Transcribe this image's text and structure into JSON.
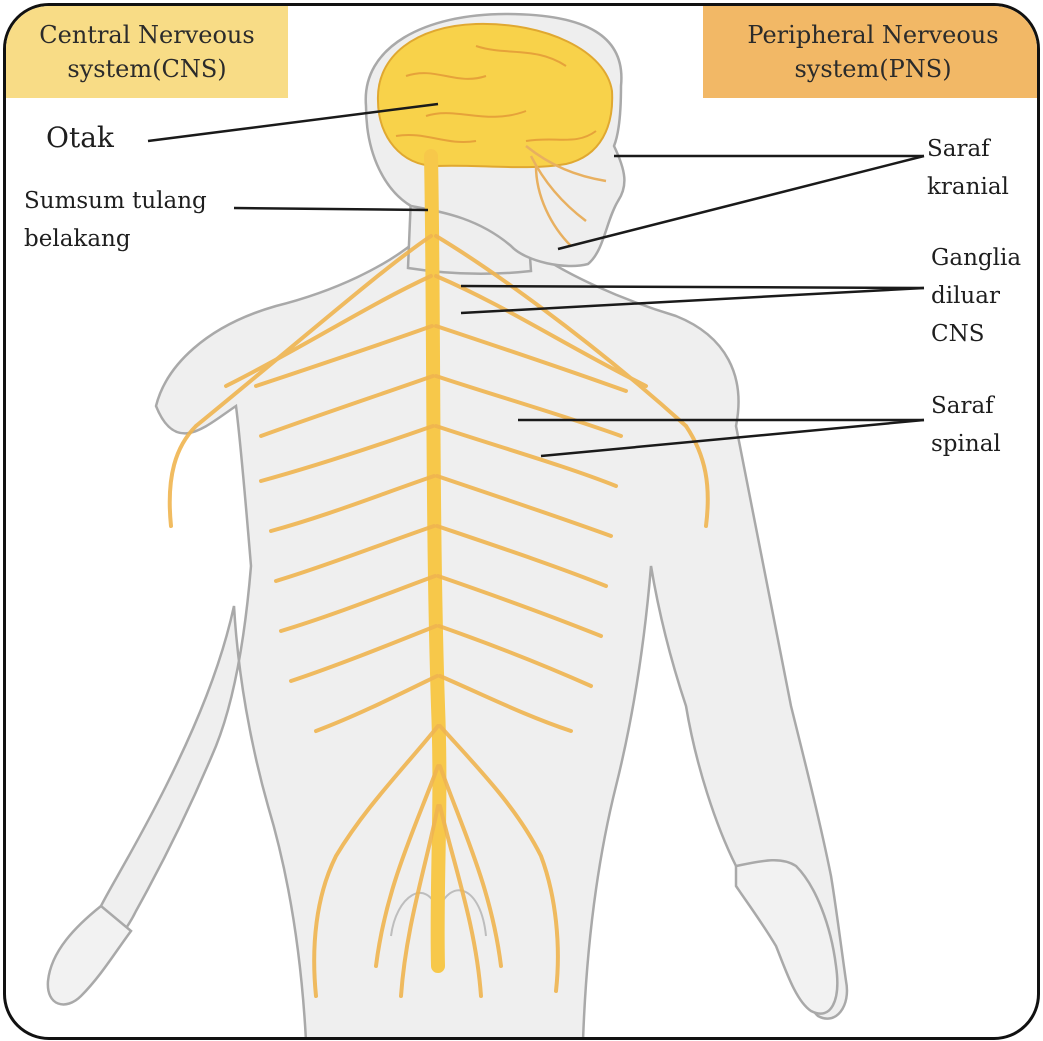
{
  "headers": {
    "cns": "Central Nerveous\nsystem(CNS)",
    "pns": "Peripheral Nerveous\nsystem(PNS)"
  },
  "labels": {
    "otak": "Otak",
    "sumsum": "Sumsum tulang\nbelakang",
    "saraf_kranial": "Saraf\nkranial",
    "ganglia": "Ganglia\ndiluar\nCNS",
    "saraf_spinal": "Saraf\nspinal"
  },
  "colors": {
    "cns_header": "#f8dc86",
    "pns_header": "#f2b866",
    "nerve": "#f5c453",
    "brain": "#f8d24a",
    "body": "#efefef"
  }
}
